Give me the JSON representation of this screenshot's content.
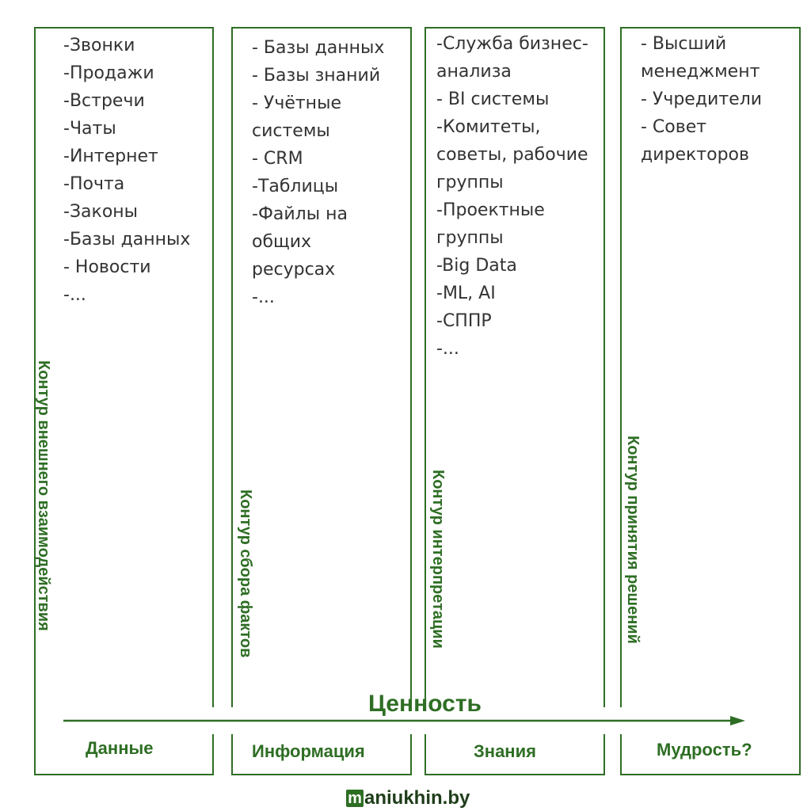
{
  "value_label": "Ценность",
  "brand": {
    "m_glyph": "m",
    "rest": "aniukhin.by"
  },
  "columns": [
    {
      "items": [
        "-Звонки",
        "-Продажи",
        "-Встречи",
        "-Чаты",
        "-Интернет",
        "-Почта",
        "-Законы",
        "-Базы данных",
        "- Новости",
        "-..."
      ],
      "contour": "Контур внешнего взаимодействия",
      "label": "Данные"
    },
    {
      "items": [
        "- Базы данных",
        "- Базы знаний",
        "- Учётные",
        "системы",
        "- CRM",
        "-Таблицы",
        "-Файлы на",
        "общих",
        "ресурсах",
        "-..."
      ],
      "contour": "Контур сбора фактов",
      "label": "Информация"
    },
    {
      "items": [
        "-Служба бизнес-",
        "анализа",
        "- BI системы",
        "-Комитеты,",
        "советы, рабочие",
        "группы",
        "-Проектные",
        "группы",
        "-Big Data",
        "-ML, AI",
        "-СППР",
        "-..."
      ],
      "contour": "Контур интерпретации",
      "label": "Знания"
    },
    {
      "items": [
        "- Высший",
        "менеджмент",
        "- Учредители",
        "- Совет",
        "директоров"
      ],
      "contour": "Контур принятия решений",
      "label": "Мудрость?"
    }
  ],
  "colors": {
    "accent": "#2e6e24",
    "text": "#333333"
  }
}
